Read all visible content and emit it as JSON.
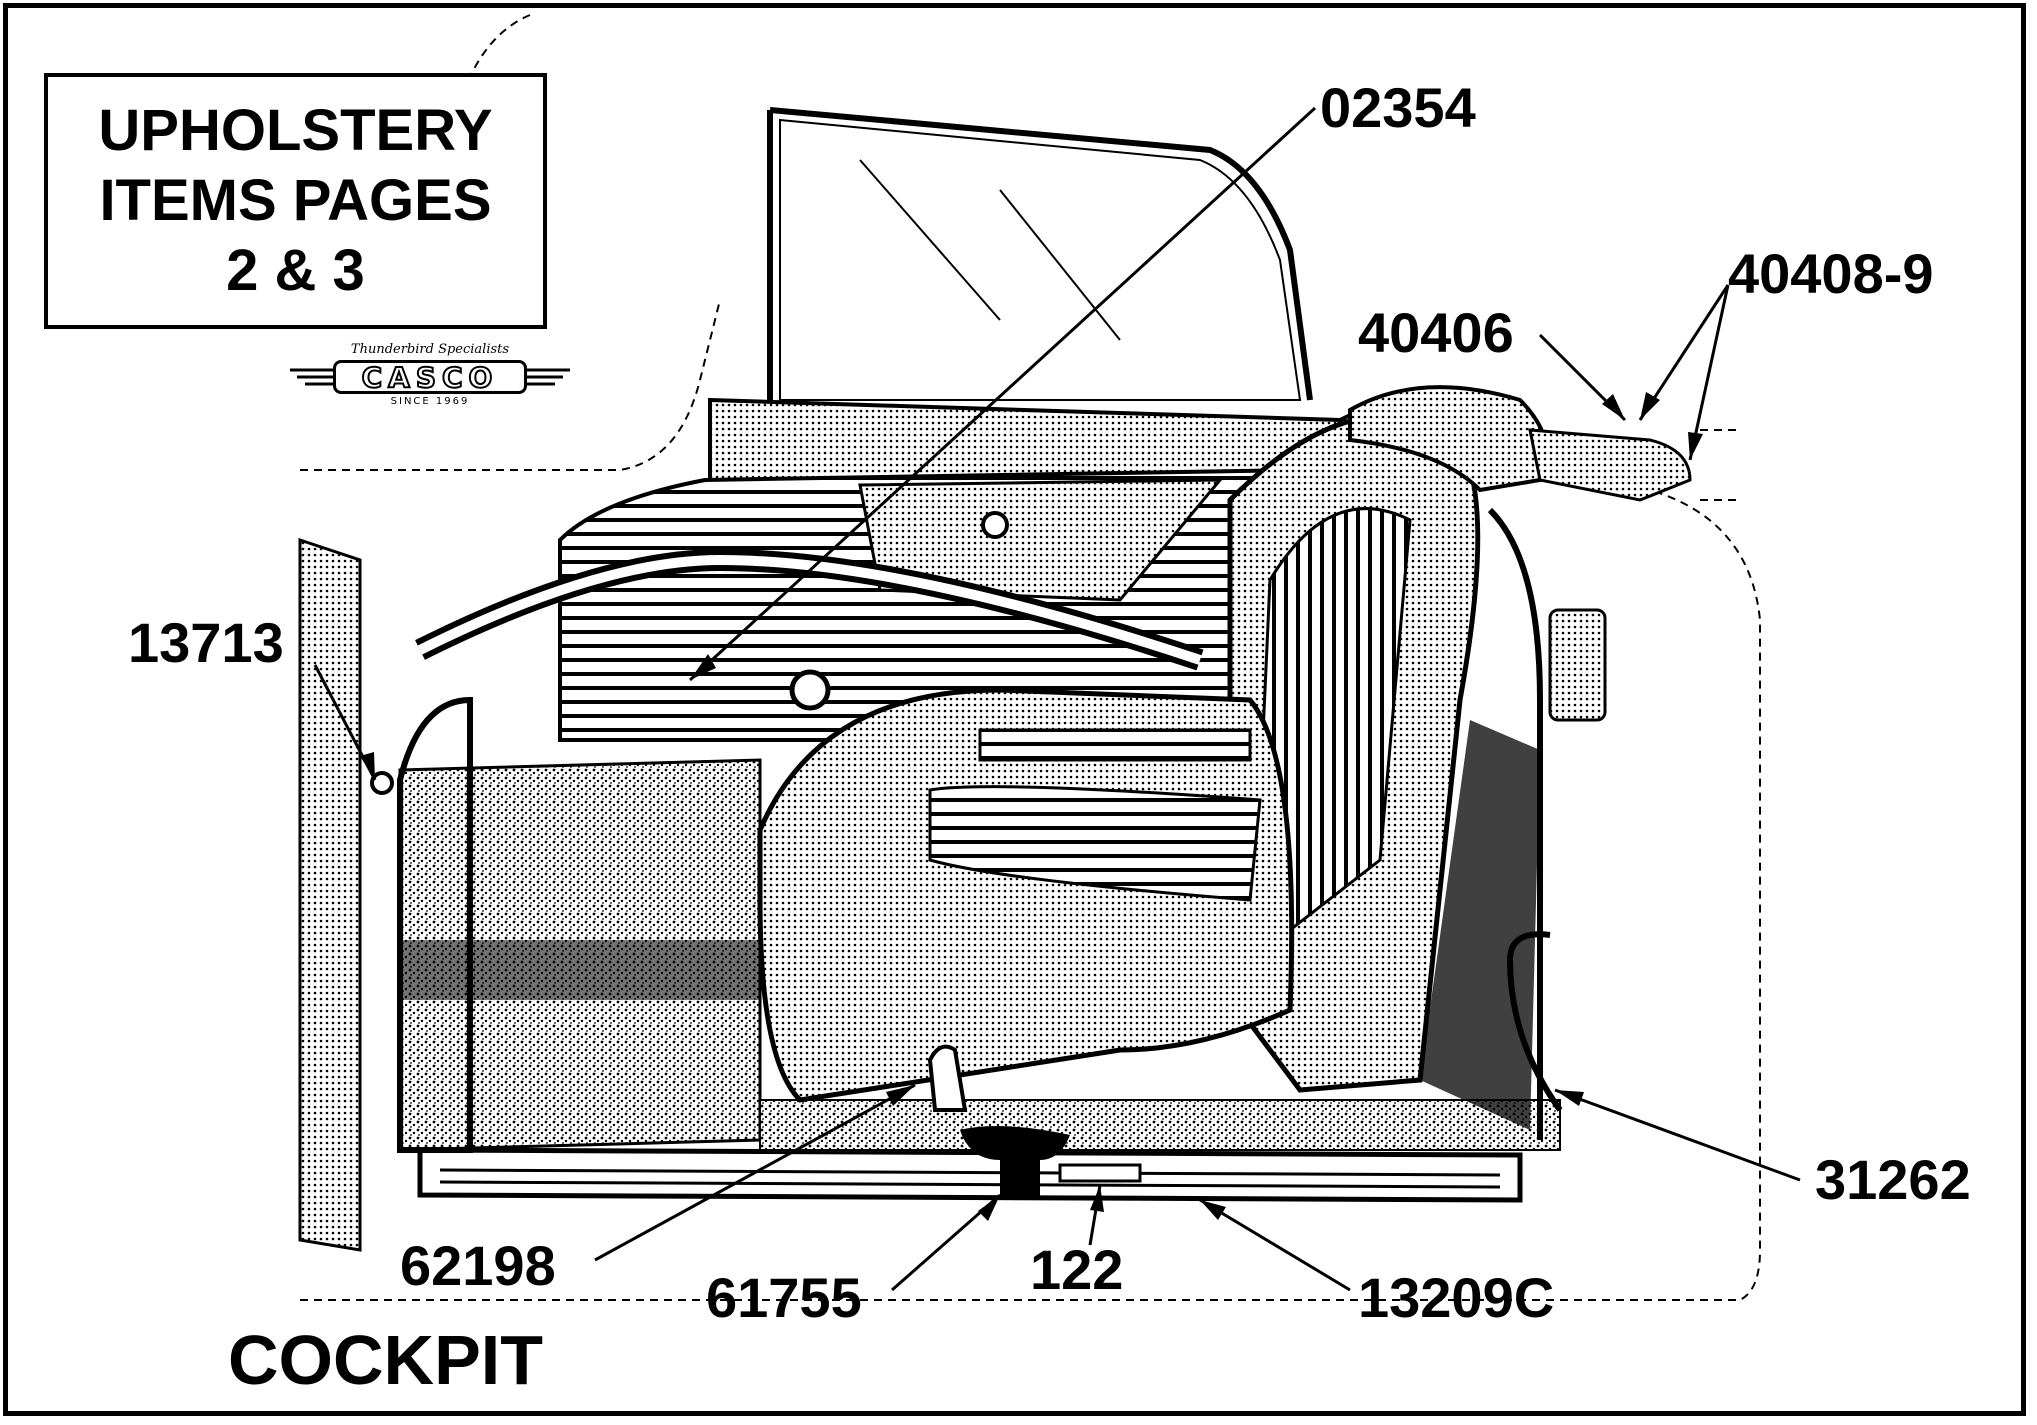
{
  "info_box": {
    "line1": "UPHOLSTERY",
    "line2": "ITEMS PAGES",
    "line3": "2 & 3"
  },
  "logo": {
    "tagline": "Thunderbird Specialists",
    "brand": "CASCO",
    "since": "SINCE 1969"
  },
  "part_numbers": {
    "p02354": "02354",
    "p40408_9": "40408-9",
    "p40406": "40406",
    "p13713": "13713",
    "p31262": "31262",
    "p62198": "62198",
    "p61755": "61755",
    "p122": "122",
    "p13209C": "13209C"
  },
  "title": "COCKPIT"
}
